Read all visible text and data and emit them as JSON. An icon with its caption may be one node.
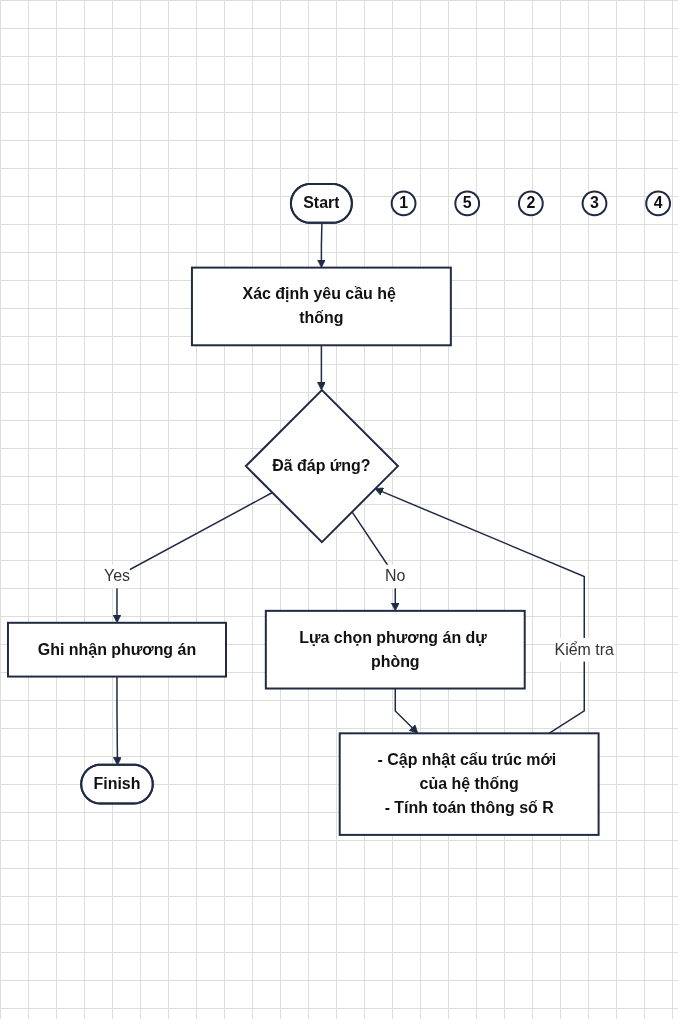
{
  "diagram": {
    "nodes": [
      {
        "text": [
          "Start"
        ]
      },
      {
        "text": [
          "1"
        ]
      },
      {
        "text": [
          "Xác định yêu cầu hệ thống"
        ]
      },
      {
        "text": [
          "5"
        ]
      },
      {
        "text": [
          "2"
        ]
      },
      {
        "text": [
          "Đã đáp ứng?"
        ]
      },
      {
        "text": [
          "Ghi nhận phương án"
        ]
      },
      {
        "text": [
          "Lựa chọn phương án dự phòng"
        ]
      },
      {
        "text": [
          "3"
        ]
      },
      {
        "text": [
          "- Cập nhật cấu trúc mới của hệ thống",
          "- Tính toán thông số R"
        ]
      },
      {
        "text": [
          "4"
        ]
      },
      {
        "text": [
          "Finish"
        ]
      }
    ],
    "edges": [
      {
        "from": 0,
        "to": 2,
        "arrow": "to"
      },
      {
        "from": 2,
        "to": 5,
        "arrow": "to"
      },
      {
        "from": 5,
        "to": 6,
        "arrow": "to",
        "label": "Yes"
      },
      {
        "from": 5,
        "to": 7,
        "arrow": "to",
        "label": "No"
      },
      {
        "from": 7,
        "to": 9,
        "arrow": "to"
      },
      {
        "from": 9,
        "to": 5,
        "arrow": "to",
        "label": "Kiểm tra"
      },
      {
        "from": 6,
        "to": 11,
        "arrow": "to"
      }
    ]
  }
}
